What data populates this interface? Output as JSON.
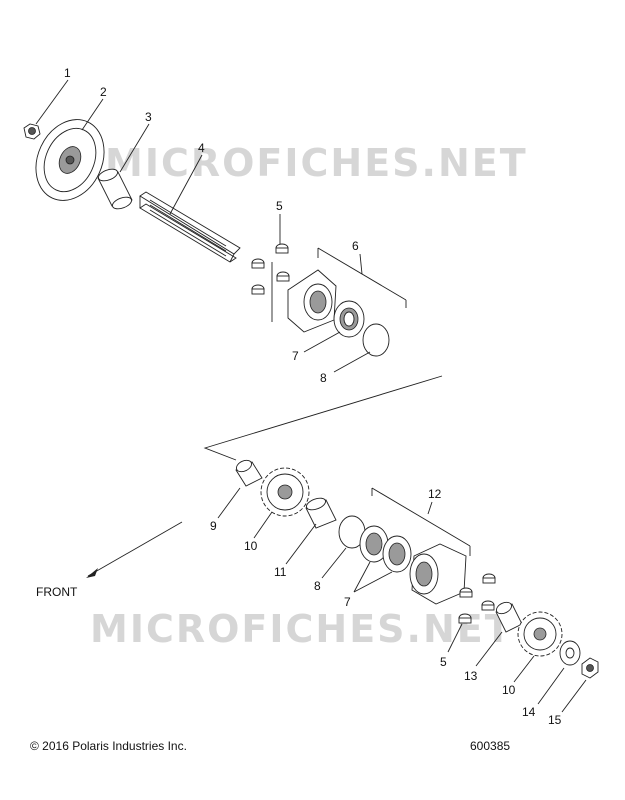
{
  "watermark": "MICROFICHES.NET",
  "front_label": "FRONT",
  "copyright": "© 2016 Polaris Industries Inc.",
  "drawing_number": "600385",
  "callouts": {
    "c1": "1",
    "c2": "2",
    "c3": "3",
    "c4": "4",
    "c5a": "5",
    "c6": "6",
    "c7a": "7",
    "c8a": "8",
    "c9": "9",
    "c10a": "10",
    "c11": "11",
    "c8b": "8",
    "c7b": "7",
    "c12": "12",
    "c5b": "5",
    "c13": "13",
    "c10b": "10",
    "c14": "14",
    "c15": "15"
  },
  "colors": {
    "line": "#222222",
    "watermark": "#d6d6d6",
    "background": "#ffffff"
  }
}
